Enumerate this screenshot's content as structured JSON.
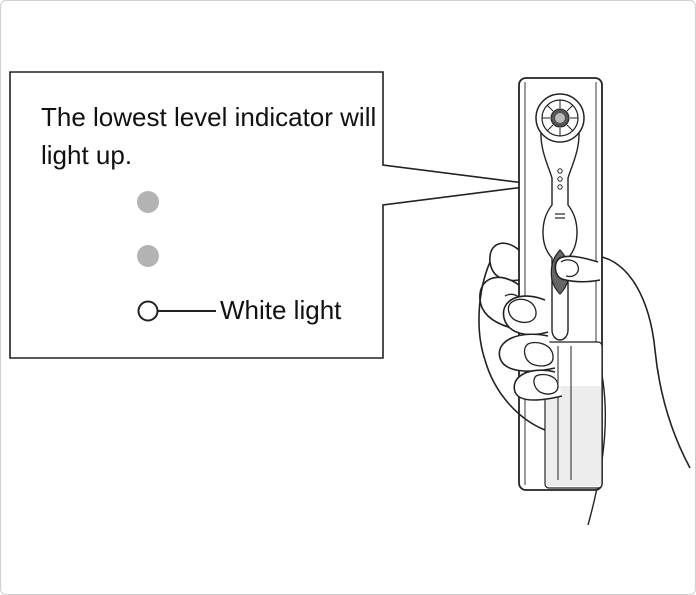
{
  "callout": {
    "message": "The lowest level indicator will light up.",
    "white_light_label": "White light"
  },
  "indicators": [
    {
      "state": "off",
      "color": "#b3b3b3"
    },
    {
      "state": "off",
      "color": "#b3b3b3"
    },
    {
      "state": "on",
      "color": "#ffffff"
    }
  ],
  "colors": {
    "outline": "#222222",
    "indicator_off": "#b3b3b3",
    "water": "#ededed"
  }
}
